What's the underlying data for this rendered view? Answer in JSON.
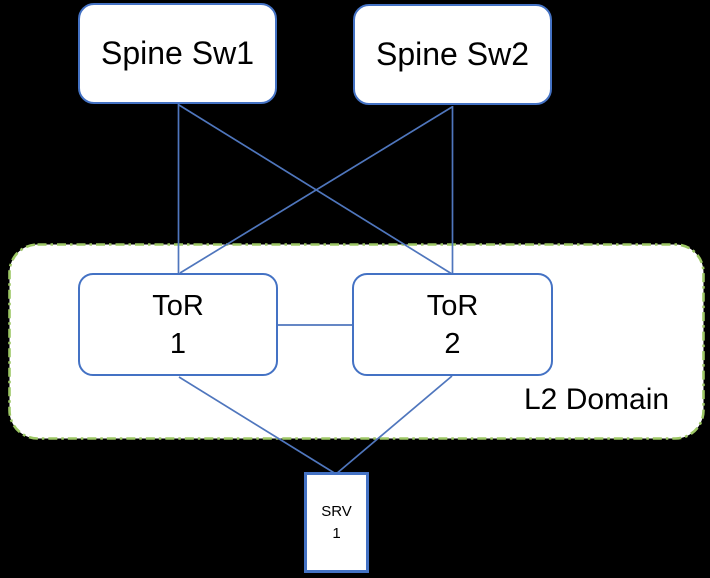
{
  "colors": {
    "background": "#000000",
    "node_fill": "#ffffff",
    "node_border": "#4472c4",
    "link": "#4f76bd",
    "domain_border": "#9dc765",
    "text": "#000000"
  },
  "domain": {
    "label": "L2 Domain"
  },
  "nodes": {
    "spine1": {
      "label": "Spine Sw1"
    },
    "spine2": {
      "label": "Spine Sw2"
    },
    "tor1": {
      "line1": "ToR",
      "line2": "1"
    },
    "tor2": {
      "line1": "ToR",
      "line2": "2"
    },
    "srv1": {
      "line1": "SRV",
      "line2": "1"
    }
  },
  "links": [
    {
      "from": "spine-sw1",
      "to": "tor-1"
    },
    {
      "from": "spine-sw1",
      "to": "tor-2"
    },
    {
      "from": "spine-sw2",
      "to": "tor-1"
    },
    {
      "from": "spine-sw2",
      "to": "tor-2"
    },
    {
      "from": "tor-1",
      "to": "tor-2"
    },
    {
      "from": "tor-1",
      "to": "srv-1"
    },
    {
      "from": "tor-2",
      "to": "srv-1"
    }
  ]
}
